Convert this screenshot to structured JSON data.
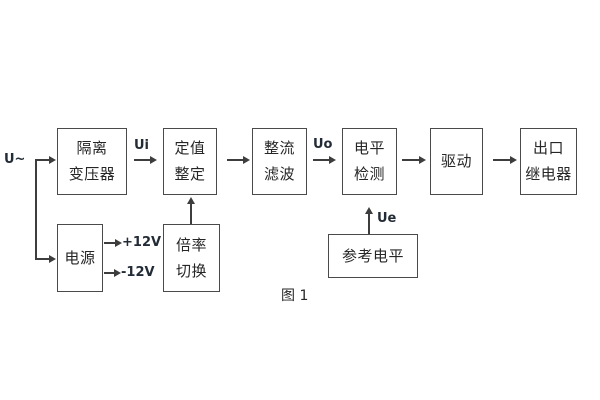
{
  "figure": {
    "caption": "图 1"
  },
  "blocks": {
    "isolation_transformer": {
      "lines": [
        "隔离",
        "变压器"
      ]
    },
    "setpoint": {
      "lines": [
        "定值",
        "整定"
      ]
    },
    "rectifier_filter": {
      "lines": [
        "整流",
        "滤波"
      ]
    },
    "level_detection": {
      "lines": [
        "电平",
        "检测"
      ]
    },
    "drive": {
      "lines": [
        "驱动"
      ]
    },
    "output_relay": {
      "lines": [
        "出口",
        "继电器"
      ]
    },
    "power": {
      "lines": [
        "电源"
      ]
    },
    "multiplier_switch": {
      "lines": [
        "倍率",
        "切换"
      ]
    },
    "reference_level": {
      "lines": [
        "参考电平"
      ]
    }
  },
  "labels": {
    "input": "U~",
    "ui": "Ui",
    "uo": "Uo",
    "ue": "Ue",
    "plus12v": "+12V",
    "minus12v": "-12V"
  },
  "colors": {
    "background": "#ffffff",
    "box_border": "#4a4a4a",
    "line": "#3d3d3d",
    "text": "#262626",
    "label_text": "#222b36"
  }
}
